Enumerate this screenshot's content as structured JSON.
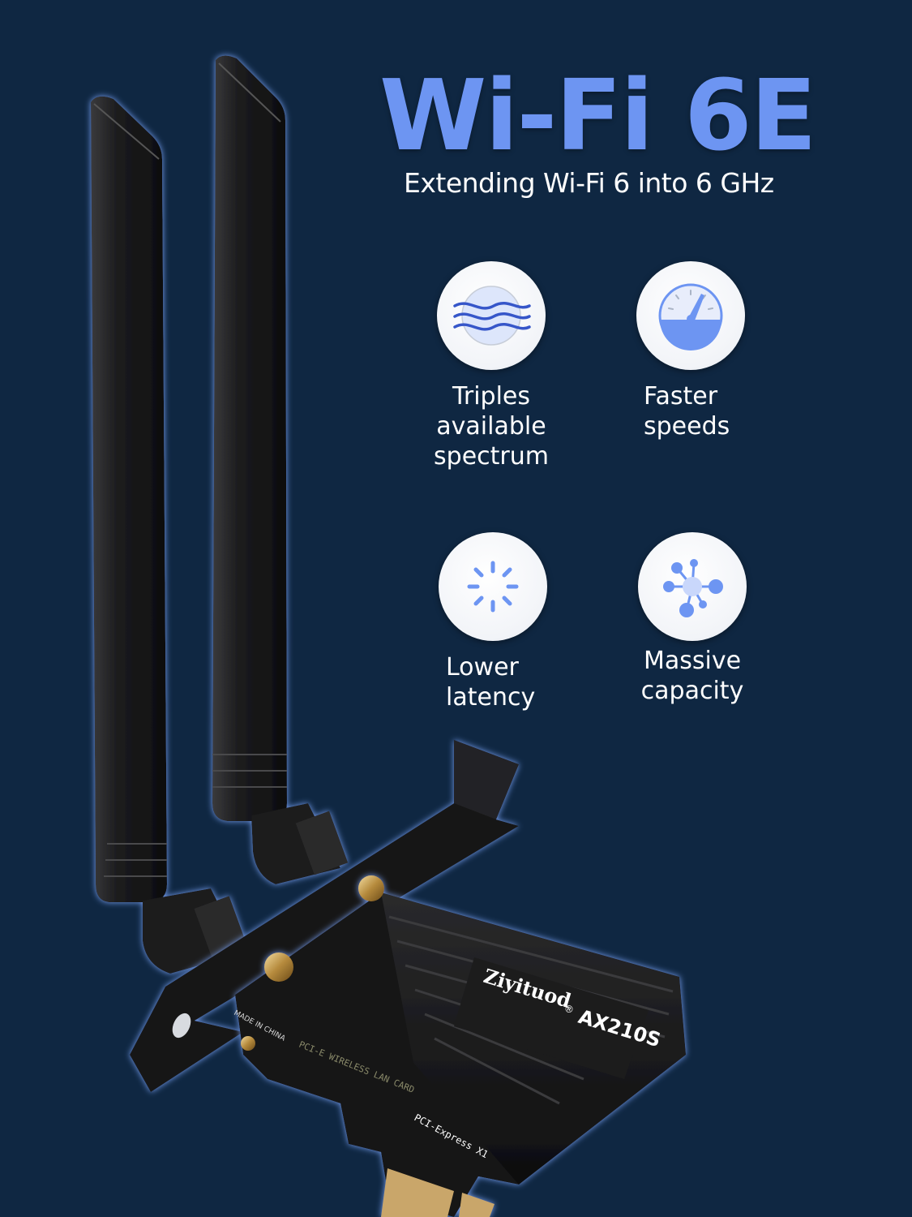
{
  "hero": {
    "title": "Wi-Fi 6E",
    "subtitle": "Extending Wi-Fi 6 into 6 GHz"
  },
  "colors": {
    "background": "#0f2742",
    "title": "#6d95f2",
    "icon_accent": "#6d95f2",
    "glow": "#7fa8ff"
  },
  "features": [
    {
      "icon": "spectrum-waves-icon",
      "label": "Triples\navailable\nspectrum"
    },
    {
      "icon": "speedometer-icon",
      "label": "Faster\nspeeds"
    },
    {
      "icon": "loading-spinner-icon",
      "label": "Lower\nlatency"
    },
    {
      "icon": "network-nodes-icon",
      "label": "Massive\ncapacity"
    }
  ],
  "product": {
    "brand": "Ziyituod",
    "registered_mark": "®",
    "model": "AX210S",
    "pcb_text_1": "MADE IN CHINA",
    "pcb_text_2": "PCI-E WIRELESS LAN CARD",
    "pcb_text_3": "PCI-Express X1"
  }
}
